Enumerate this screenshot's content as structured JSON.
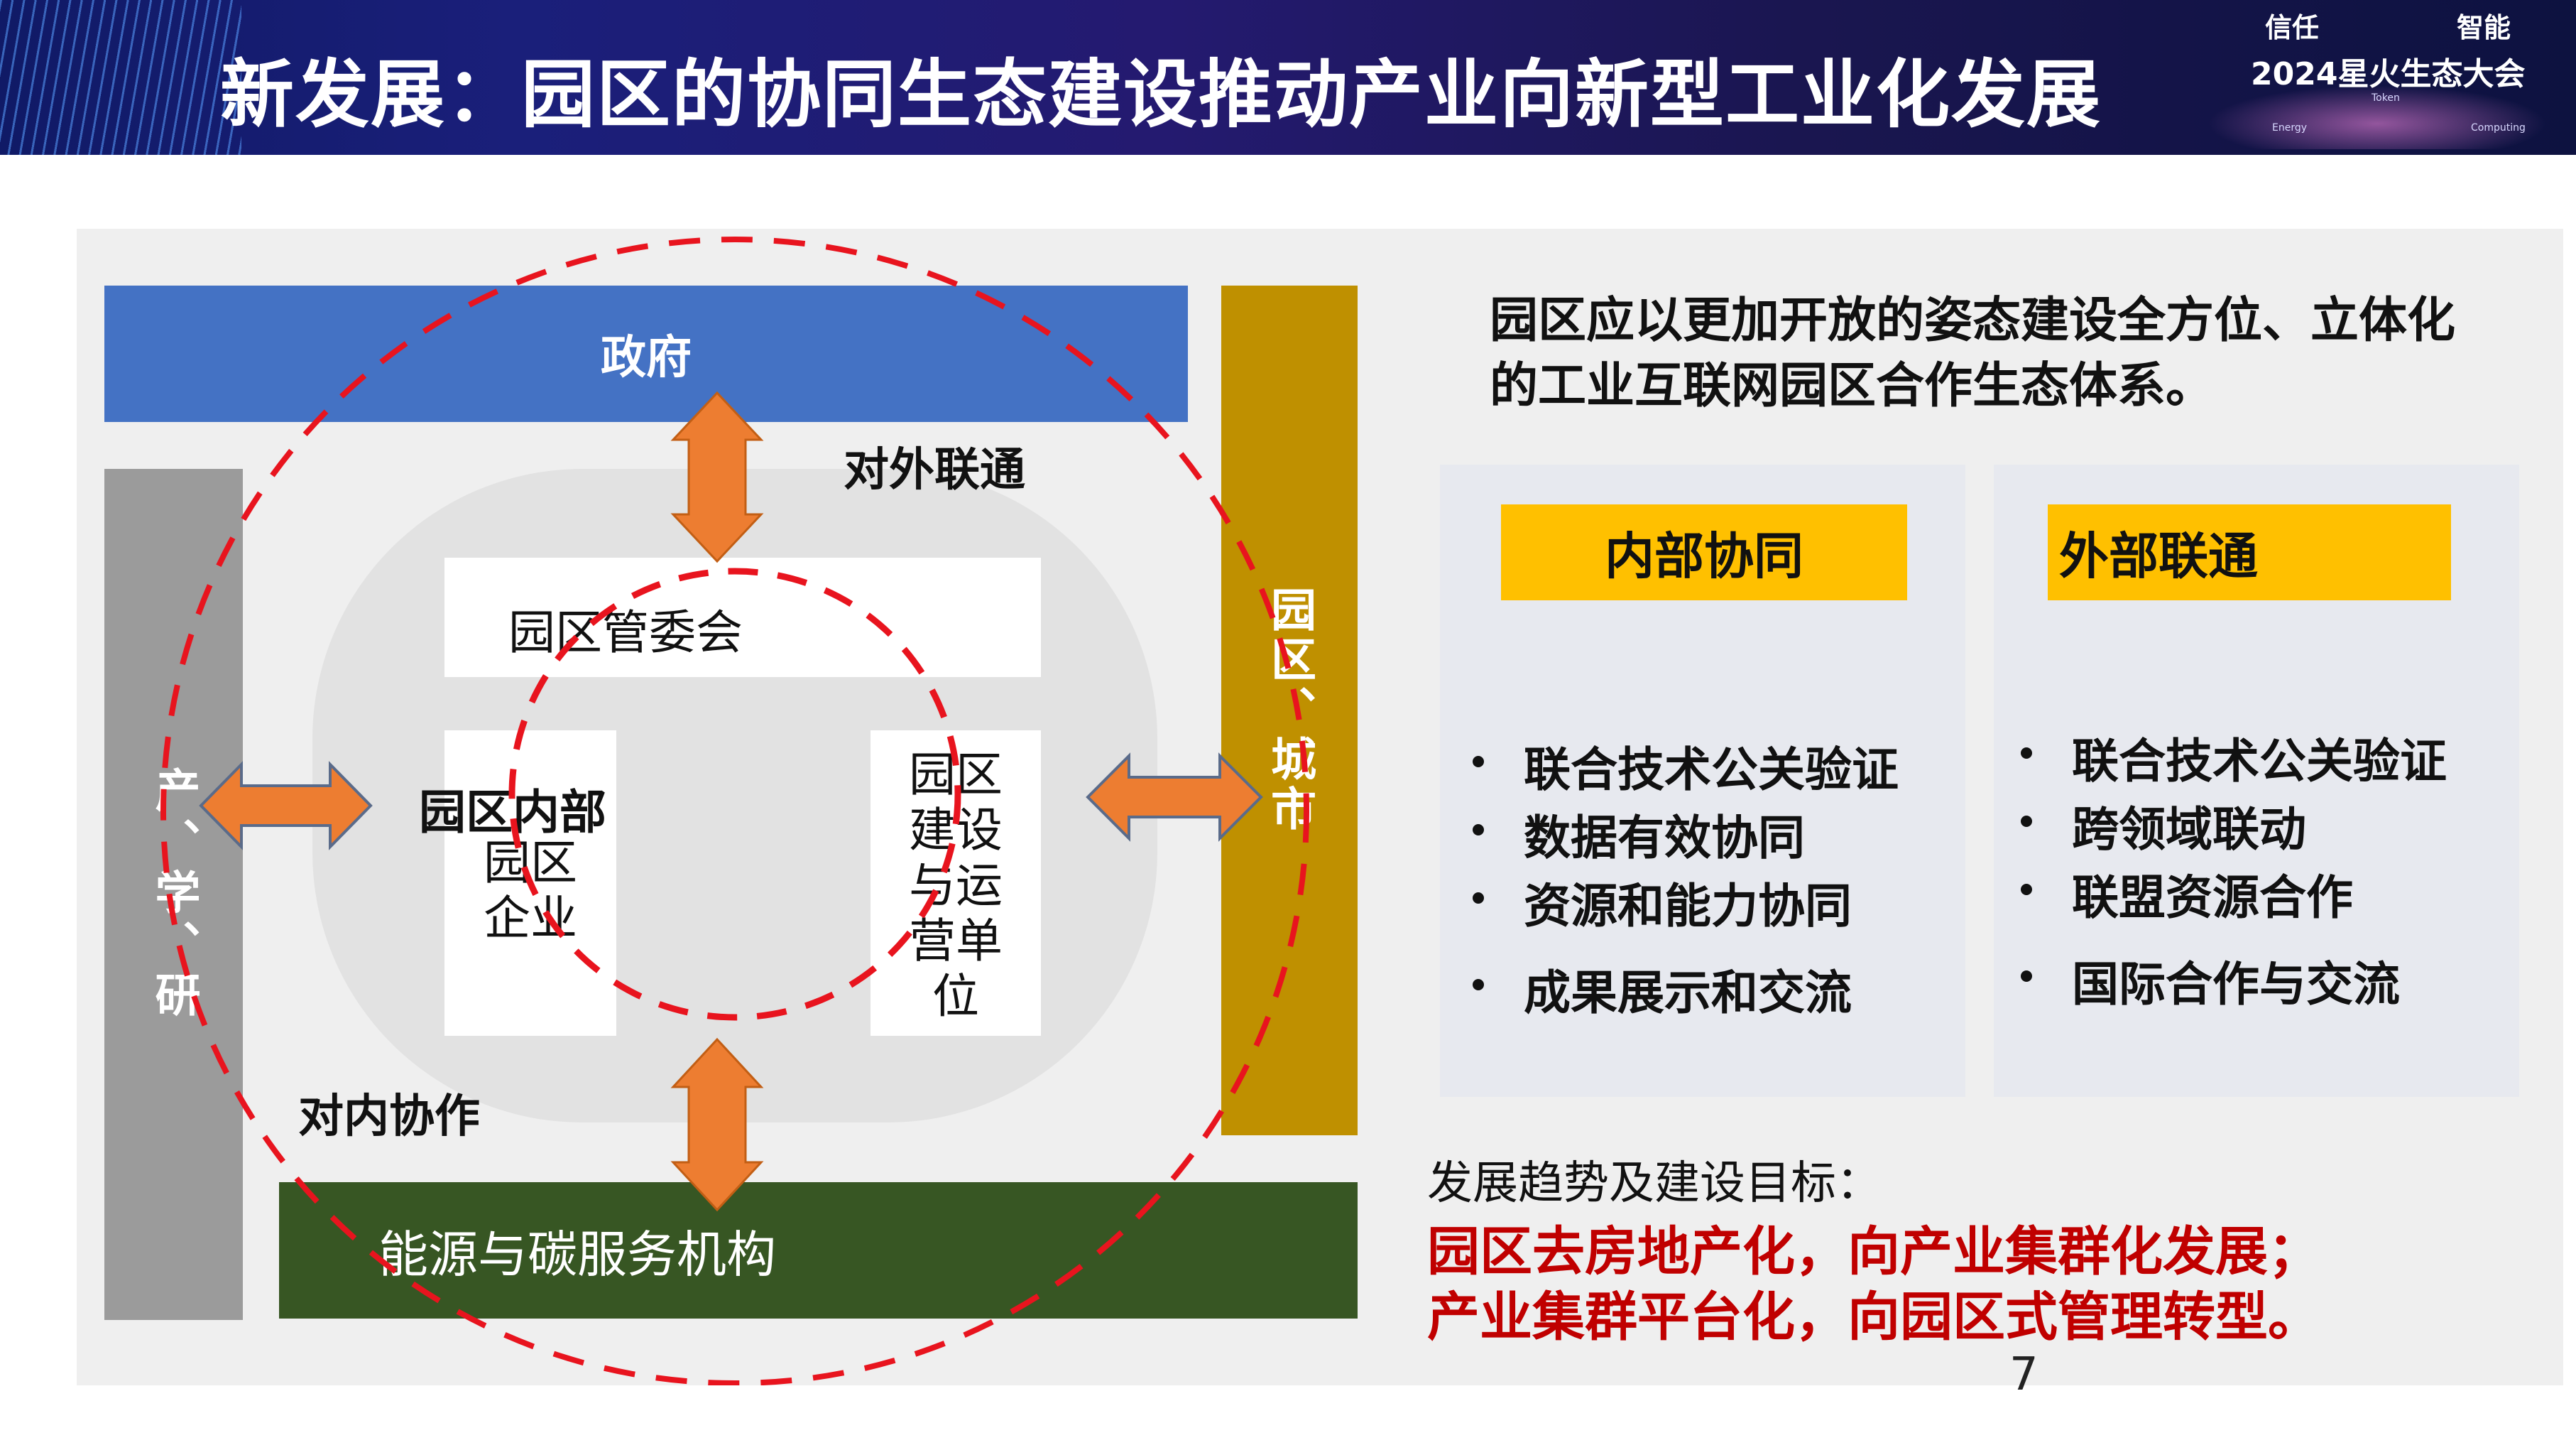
{
  "header": {
    "title": "新发展：园区的协同生态建设推动产业向新型工业化发展",
    "event_logo": {
      "word_left": "信任",
      "word_right": "智能",
      "name": "2024星火生态大会",
      "mini_left": "Energy",
      "mini_center": "Token",
      "mini_right": "Computing"
    }
  },
  "diagram": {
    "government": "政府",
    "research": "产、学、研",
    "city": "园区、城市",
    "energy": "能源与碳服务机构",
    "management_committee": "园区管委会",
    "inner_title": "园区内部",
    "enterprise": [
      "园区",
      "企业"
    ],
    "construction_unit": [
      "园区",
      "建设",
      "与运",
      "营单",
      "位"
    ],
    "external_label": "对外联通",
    "internal_label": "对内协作"
  },
  "right": {
    "vision_lines": [
      "园区应以更加开放的姿态建设全方位、立体化",
      "的工业互联网园区合作生态体系。"
    ],
    "internal": {
      "title": "内部协同",
      "items": [
        "联合技术公关验证",
        "数据有效协同",
        "资源和能力协同",
        "成果展示和交流"
      ]
    },
    "external": {
      "title": "外部联通",
      "items": [
        "联合技术公关验证",
        "跨领域联动",
        "联盟资源合作",
        "国际合作与交流"
      ]
    },
    "trend_label": "发展趋势及建设目标：",
    "trend_lines": [
      "园区去房地产化，向产业集群化发展；",
      "产业集群平台化，向园区式管理转型。"
    ]
  },
  "page_number": "7",
  "colors": {
    "government": "#4472c4",
    "research": "#9b9b9b",
    "city": "#bf9000",
    "energy": "#375623",
    "arrow": "#ed7d31",
    "dashed_circle": "#e8141e",
    "tag": "#ffc000",
    "emphasis": "#c00000"
  }
}
